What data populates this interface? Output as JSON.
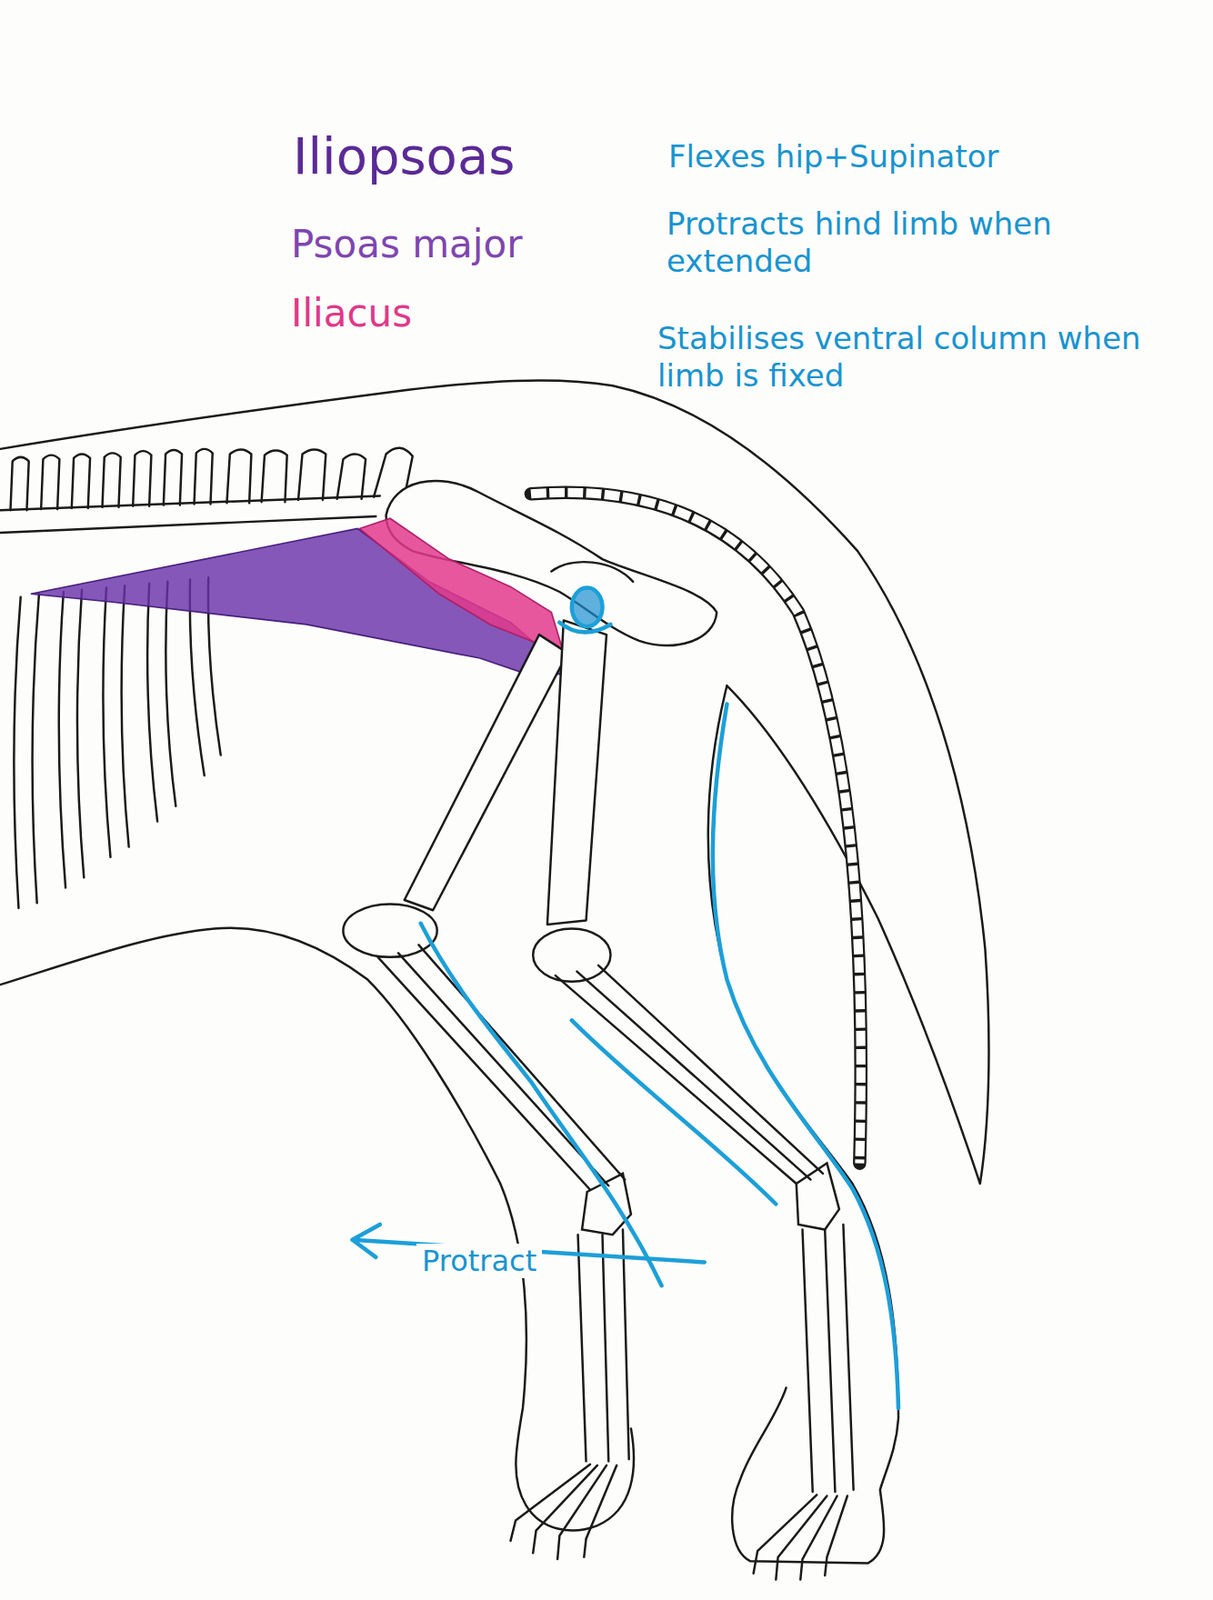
{
  "diagram": {
    "title": "Iliopsoas",
    "labels": [
      "Psoas major",
      "Iliacus",
      "Flexes hip+Supinator",
      "Protracts hind limb when extended",
      "Stabilises ventral column when limb is fixed",
      "Protract"
    ]
  }
}
